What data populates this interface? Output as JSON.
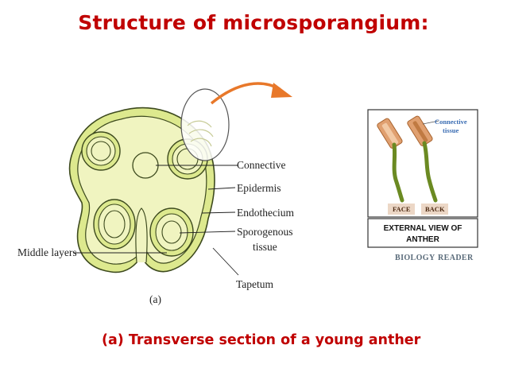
{
  "title": "Structure of microsporangium:",
  "caption": "(a) Transverse section of a young anther",
  "main_diagram": {
    "labels": {
      "connective": "Connective",
      "epidermis": "Epidermis",
      "endothecium": "Endothecium",
      "sporogenous_1": "Sporogenous",
      "sporogenous_2": "tissue",
      "middle_layers": "Middle layers",
      "tapetum": "Tapetum",
      "panel_letter": "(a)"
    },
    "colors": {
      "fill_light": "#f0f4c0",
      "fill_mid": "#dde98e",
      "stroke": "#3d4a1e",
      "arrow": "#e8782a"
    }
  },
  "inset": {
    "connective_1": "Connective",
    "connective_2": "tissue",
    "face": "FACE",
    "back": "BACK",
    "box_line_1": "EXTERNAL VIEW OF",
    "box_line_2": "ANTHER",
    "brand_1": "BIOLOGY",
    "brand_2": "READER"
  }
}
